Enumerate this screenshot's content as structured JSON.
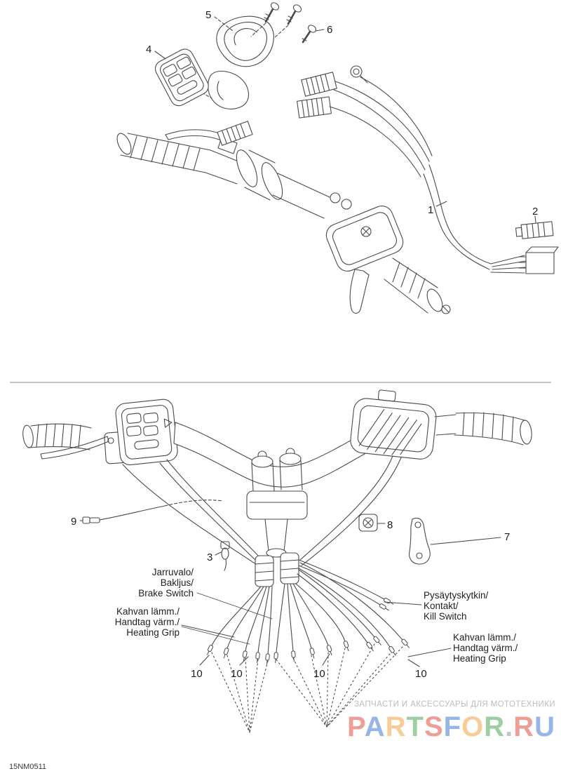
{
  "page": {
    "part_code": "15NM0511"
  },
  "colors": {
    "line": "#4a4a4a",
    "text": "#1e1e1e",
    "divider": "#8c8c8c",
    "watermark_gray": "#bcbcbc"
  },
  "callouts": {
    "top": [
      "5",
      "6",
      "4",
      "1",
      "2"
    ],
    "bottom": [
      "9",
      "8",
      "7",
      "3"
    ],
    "tens": [
      "10",
      "10",
      "10",
      "10"
    ]
  },
  "labels": {
    "brake": {
      "line1": "Jarruvalo/",
      "line2": "Bakljus/",
      "line3": "Brake Switch"
    },
    "heat_left": {
      "line1": "Kahvan lämm./",
      "line2": "Handtag värm./",
      "line3": "Heating Grip"
    },
    "kill": {
      "line1": "Pysäytyskytkin/",
      "line2": "Kontakt/",
      "line3": "Kill Switch"
    },
    "heat_right": {
      "line1": "Kahvan lämm./",
      "line2": "Handtag värm./",
      "line3": "Heating Grip"
    }
  },
  "watermark": {
    "tagline": "ЗАПЧАСТИ И АКСЕССУАРЫ ДЛЯ МОТОТЕХНИКИ",
    "brand": "PARTSFOR.RU",
    "letters": [
      {
        "ch": "P",
        "color": "#e0402f"
      },
      {
        "ch": "A",
        "color": "#2f6fd0"
      },
      {
        "ch": "R",
        "color": "#f09a2f"
      },
      {
        "ch": "T",
        "color": "#3fa04a"
      },
      {
        "ch": "S",
        "color": "#e0402f"
      },
      {
        "ch": "F",
        "color": "#2f6fd0"
      },
      {
        "ch": "O",
        "color": "#f09a2f"
      },
      {
        "ch": "R",
        "color": "#3fa04a"
      },
      {
        "ch": ".",
        "color": "#8a8a8a"
      },
      {
        "ch": "R",
        "color": "#e0402f"
      },
      {
        "ch": "U",
        "color": "#2f6fd0"
      }
    ]
  }
}
